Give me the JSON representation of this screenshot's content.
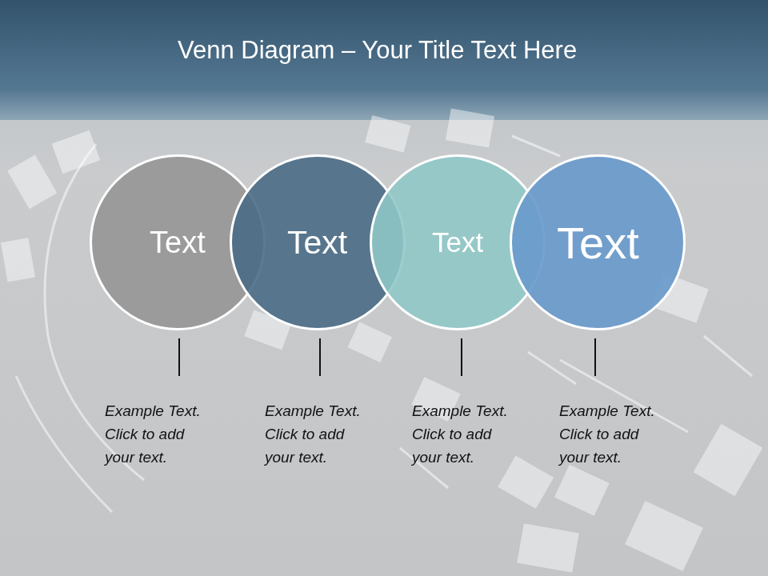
{
  "diagram": {
    "title": "Venn Diagram – Your Title Text Here",
    "nodes": [
      {
        "text": [
          "Text"
        ]
      },
      {
        "text": [
          "Text"
        ]
      },
      {
        "text": [
          "Text"
        ]
      },
      {
        "text": [
          "Text"
        ]
      }
    ],
    "labels": [
      "Example Text. Click to add your text.",
      "Example Text. Click to add your text.",
      "Example Text. Click to add your text.",
      "Example Text. Click to add your text."
    ]
  }
}
